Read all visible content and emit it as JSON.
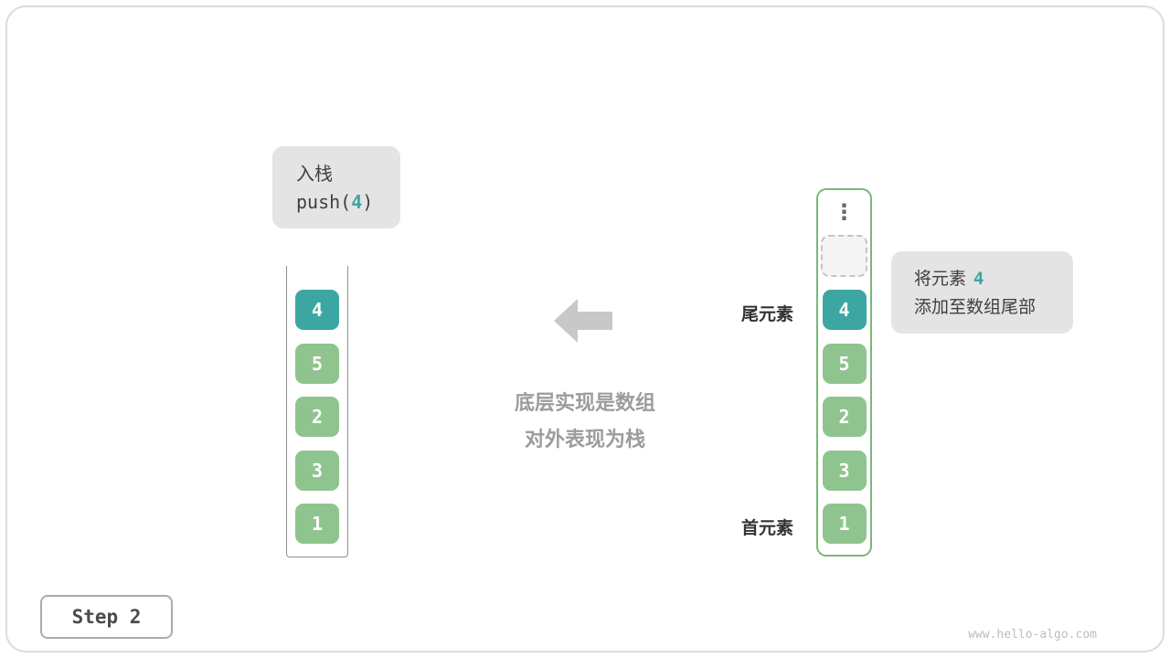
{
  "colors": {
    "teal": "#3ca7a2",
    "green": "#8fc48f",
    "container-green": "#78b878",
    "bubble-bg": "#e4e4e4",
    "text-dark": "#3f3f3f",
    "muted-gray": "#9c9c9c",
    "arrow-gray": "#c8c8c8",
    "watermark-gray": "#bdbdbd"
  },
  "push_label": {
    "title": "入栈",
    "code_prefix": "push(",
    "code_value": "4",
    "code_suffix": ")"
  },
  "left_stack": {
    "cells": [
      {
        "value": "4",
        "type": "teal"
      },
      {
        "value": "5",
        "type": "green"
      },
      {
        "value": "2",
        "type": "green"
      },
      {
        "value": "3",
        "type": "green"
      },
      {
        "value": "1",
        "type": "green"
      }
    ]
  },
  "right_stack": {
    "ellipsis": "⋮",
    "cells": [
      {
        "value": "4",
        "type": "teal"
      },
      {
        "value": "5",
        "type": "green"
      },
      {
        "value": "2",
        "type": "green"
      },
      {
        "value": "3",
        "type": "green"
      },
      {
        "value": "1",
        "type": "green"
      }
    ],
    "tail_label": "尾元素",
    "head_label": "首元素"
  },
  "annotation": {
    "line1_text": "将元素",
    "line1_value": "4",
    "line2_text": "添加至数组尾部"
  },
  "center_text": {
    "line1": "底层实现是数组",
    "line2": "对外表现为栈"
  },
  "step_label": "Step 2",
  "watermark": "www.hello-algo.com"
}
